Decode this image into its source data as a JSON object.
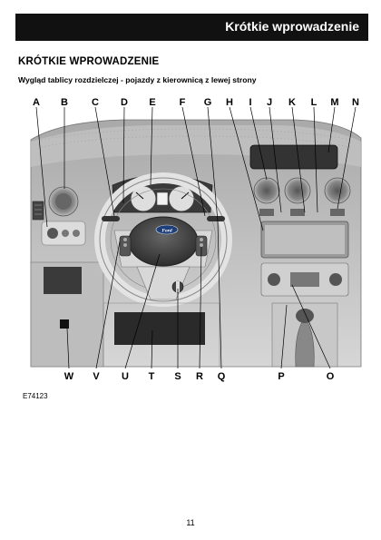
{
  "header": {
    "title": "Krótkie wprowadzenie"
  },
  "section": {
    "title": "KRÓTKIE WPROWADZENIE"
  },
  "figure": {
    "subtitle": "Wygląd tablicy rozdzielczej - pojazdy z kierownicą z lewej strony",
    "callouts_top": [
      "A",
      "B",
      "C",
      "D",
      "E",
      "F",
      "G",
      "H",
      "I",
      "J",
      "K",
      "L",
      "M",
      "N"
    ],
    "callouts_bottom": [
      "W",
      "V",
      "U",
      "T",
      "S",
      "R",
      "Q",
      "P",
      "O"
    ],
    "steering_logo": "Ford",
    "image_id": "E74123"
  },
  "footer": {
    "page_number": "11"
  }
}
